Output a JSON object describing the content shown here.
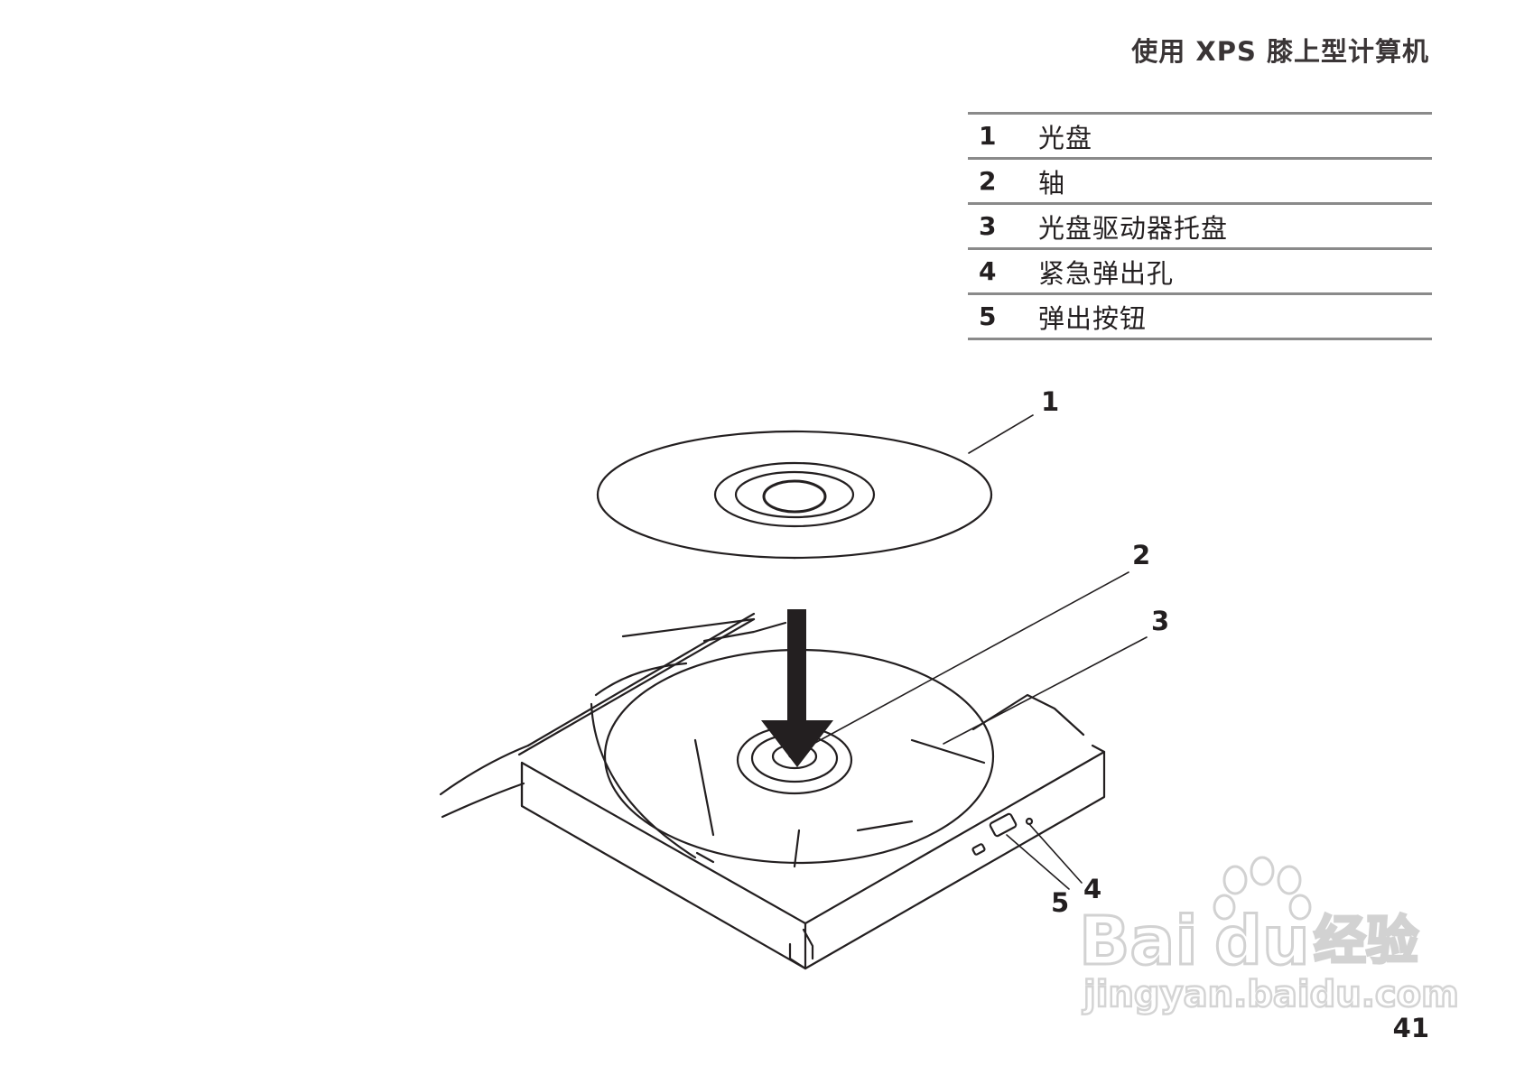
{
  "header": {
    "title": "使用 XPS 膝上型计算机"
  },
  "legend": [
    {
      "num": "1",
      "label": "光盘"
    },
    {
      "num": "2",
      "label": "轴"
    },
    {
      "num": "3",
      "label": "光盘驱动器托盘"
    },
    {
      "num": "4",
      "label": "紧急弹出孔"
    },
    {
      "num": "5",
      "label": "弹出按钮"
    }
  ],
  "callouts": {
    "c1": "1",
    "c2": "2",
    "c3": "3",
    "c4": "4",
    "c5": "5"
  },
  "page_number": "41",
  "watermark": {
    "brand": "Bai",
    "brand_suffix": "du",
    "cn": "经验",
    "url": "jingyan.baidu.com"
  }
}
